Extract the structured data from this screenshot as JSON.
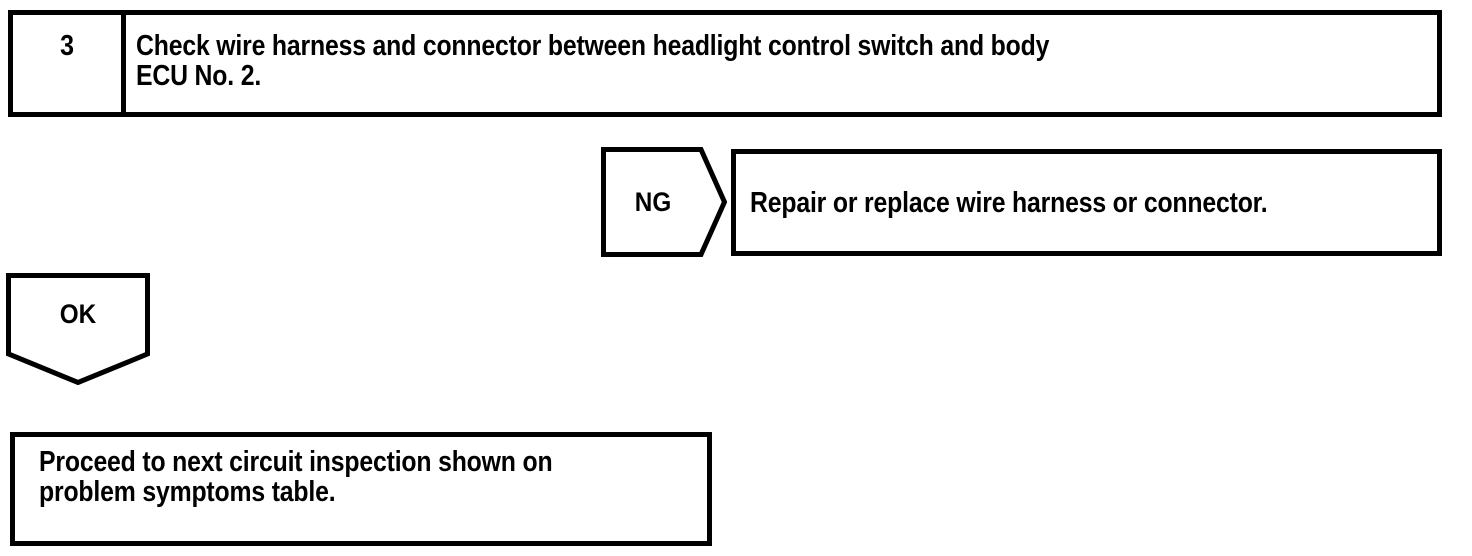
{
  "document": {
    "type": "diagnostic-flowchart",
    "colors": {
      "ink": "#000000",
      "paper": "#ffffff"
    }
  },
  "step": {
    "number": "3",
    "instruction": "Check wire harness and connector between headlight control switch and body\nECU No. 2."
  },
  "branches": {
    "ng": {
      "label": "NG",
      "result_text": "Repair or replace wire harness or connector."
    },
    "ok": {
      "label": "OK",
      "result_text": "Proceed to next circuit inspection shown on\nproblem symptoms table."
    }
  }
}
